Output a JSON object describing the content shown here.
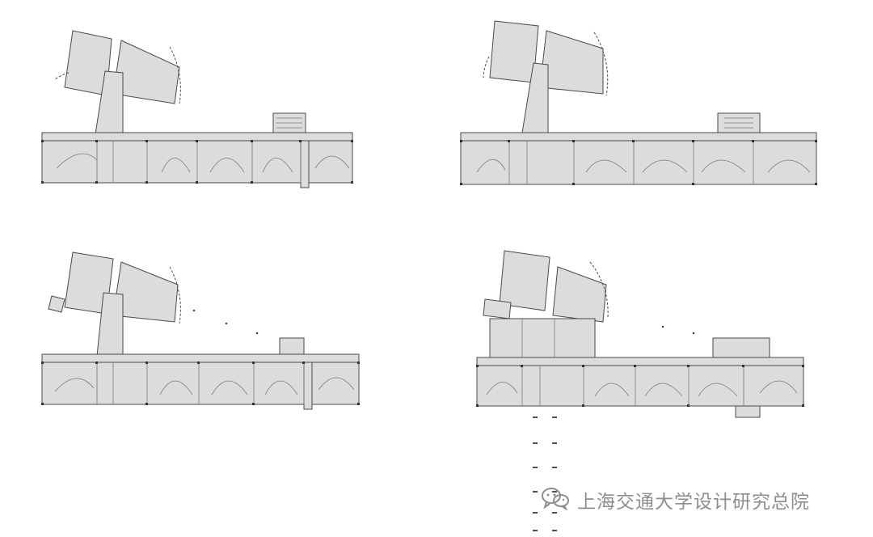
{
  "watermark": {
    "text": "上海交通大学设计研究总院",
    "icon": "wechat-icon"
  },
  "colors": {
    "fill": "#dcdcdc",
    "stroke": "#4a4a4a",
    "background": "#ffffff",
    "watermark": "#8e8e8e"
  },
  "plans": [
    {
      "name": "floor-plan-top-left"
    },
    {
      "name": "floor-plan-top-right"
    },
    {
      "name": "floor-plan-bottom-left"
    },
    {
      "name": "floor-plan-bottom-right"
    }
  ]
}
